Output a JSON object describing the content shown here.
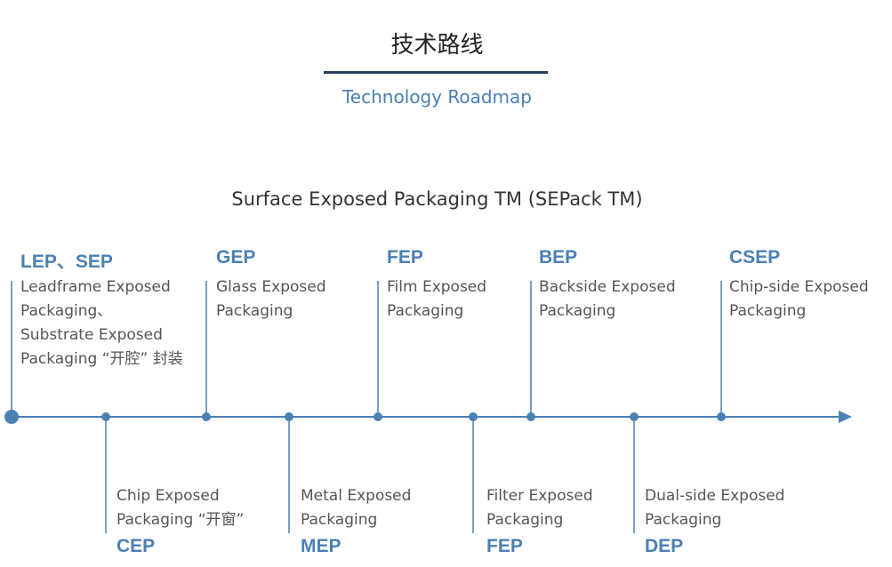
{
  "header": {
    "title_cn": "技术路线",
    "title_en": "Technology Roadmap",
    "subtitle": "Surface Exposed Packaging TM  (SEPack TM)"
  },
  "colors": {
    "axis": "#4a80b4",
    "title_rule": "#23415f",
    "abbr_text": "#4a80b4",
    "desc_text": "#555555"
  },
  "milestones_above": [
    {
      "abbr": "LEP、SEP",
      "desc": "Leadframe Exposed\nPackaging、\nSubstrate Exposed\nPackaging “开腔” 封装"
    },
    {
      "abbr": "GEP",
      "desc": "Glass Exposed\nPackaging"
    },
    {
      "abbr": "FEP",
      "desc": "Film Exposed\nPackaging"
    },
    {
      "abbr": "BEP",
      "desc": "Backside Exposed\nPackaging"
    },
    {
      "abbr": "CSEP",
      "desc": "Chip-side Exposed\nPackaging"
    }
  ],
  "milestones_below": [
    {
      "abbr": "CEP",
      "desc": "Chip Exposed\nPackaging “开窗”"
    },
    {
      "abbr": "MEP",
      "desc": "Metal Exposed\nPackaging"
    },
    {
      "abbr": "FEP",
      "desc": "Filter Exposed\nPackaging"
    },
    {
      "abbr": "DEP",
      "desc": "Dual-side Exposed\nPackaging"
    }
  ]
}
